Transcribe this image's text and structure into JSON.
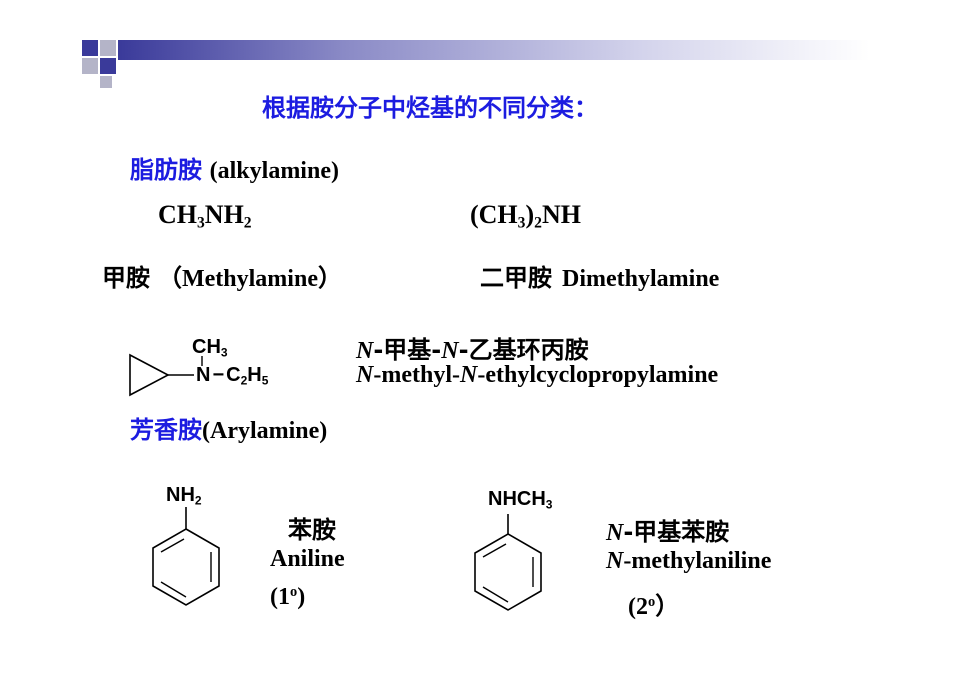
{
  "colors": {
    "accent_blue": "#1c1ce0",
    "deco_navy": "#3a3a9a",
    "deco_grey": "#b4b4c8"
  },
  "heading": "根据胺分子中烃基的不同分类：",
  "aliphatic": {
    "label_cn": "脂肪胺",
    "label_en": "(alkylamine)",
    "methylamine": {
      "formula_p1": "CH",
      "formula_s1": "3",
      "formula_p2": "NH",
      "formula_s2": "2",
      "name_cn": "甲胺",
      "name_en": "（Methylamine）"
    },
    "dimethylamine": {
      "formula_p1": "(CH",
      "formula_s1": "3",
      "formula_p2": ")",
      "formula_s2": "2",
      "formula_p3": "NH",
      "name_cn": "二甲胺",
      "name_en": "Dimethylamine"
    }
  },
  "cyclopropyl": {
    "struct_ch": "CH",
    "struct_ch_sub": "3",
    "struct_n": "N",
    "struct_dash": "−",
    "struct_c": "C",
    "struct_c_sub": "2",
    "struct_h": "H",
    "struct_h_sub": "5",
    "cn_n1": "N",
    "cn_part1": "-甲基-",
    "cn_n2": "N",
    "cn_part2": "-乙基环丙胺",
    "en_n1": "N",
    "en_part1": "-methyl-",
    "en_n2": "N",
    "en_part2": "-ethylcyclopropylamine"
  },
  "aromatic": {
    "label_cn": "芳香胺",
    "label_en": "(Arylamine)",
    "aniline": {
      "group_p": "NH",
      "group_s": "2",
      "name_cn": "苯胺",
      "name_en": "Aniline",
      "degree_p1": "(1",
      "degree_sup": "o",
      "degree_p2": ")"
    },
    "n_methylaniline": {
      "group_p": "NHCH",
      "group_s": "3",
      "cn_n": "N",
      "cn_rest": "-甲基苯胺",
      "en_n": "N",
      "en_rest": "-methylaniline",
      "degree_p1": "(2",
      "degree_sup": "o",
      "degree_p2": "）"
    }
  }
}
